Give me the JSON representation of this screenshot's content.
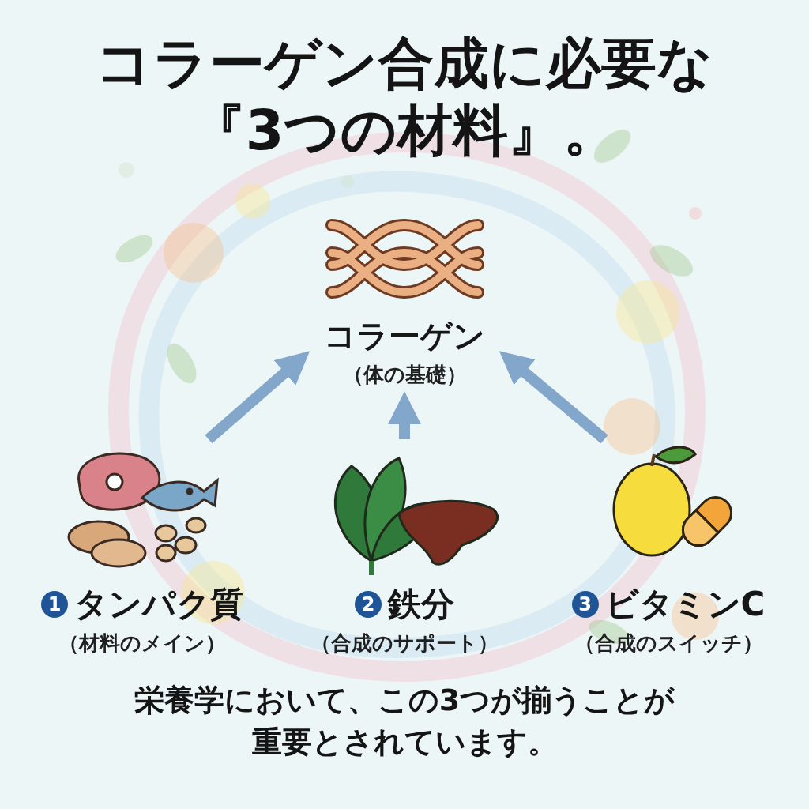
{
  "diagram": {
    "title": "コラーゲン合成に必要な 『3つの材料』。",
    "caption": "栄養学において、この3つが揃うことが 重要とされています。",
    "nodes": [
      {
        "text": [
          "コラーゲン",
          "（体の基礎）"
        ]
      },
      {
        "text": [
          "1",
          "タンパク質",
          "（材料のメイン）"
        ]
      },
      {
        "text": [
          "2",
          "鉄分",
          "（合成のサポート）"
        ]
      },
      {
        "text": [
          "3",
          "ビタミンC",
          "（合成のスイッチ）"
        ]
      }
    ],
    "edges": [
      {
        "from": 1,
        "to": 0,
        "arrow": "to"
      },
      {
        "from": 2,
        "to": 0,
        "arrow": "to"
      },
      {
        "from": 3,
        "to": 0,
        "arrow": "to"
      }
    ]
  }
}
